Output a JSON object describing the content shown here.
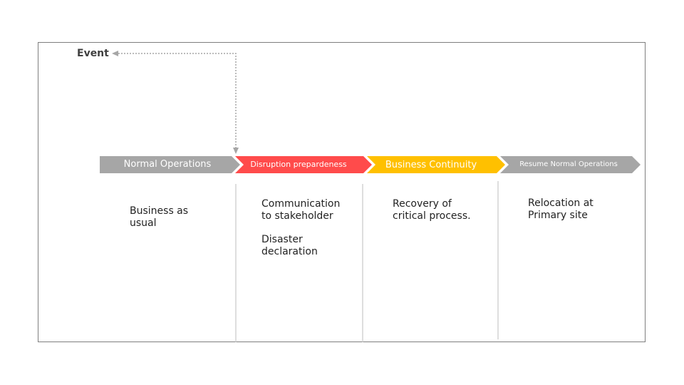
{
  "event": {
    "label": "Event"
  },
  "colors": {
    "phase_gray": "#a6a6a6",
    "phase_red": "#ff4b4b",
    "phase_yellow": "#ffc000",
    "divider": "#bfbfbf",
    "connector": "#a6a6a6"
  },
  "phases": [
    {
      "label": "Normal Operations",
      "color": "#a6a6a6"
    },
    {
      "label": "Disruption prepardeness",
      "color": "#ff4b4b"
    },
    {
      "label": "Business Continuity",
      "color": "#ffc000"
    },
    {
      "label": "Resume Normal Operations",
      "color": "#a6a6a6"
    }
  ],
  "notes": [
    {
      "items": [
        "Business as\nusual"
      ]
    },
    {
      "items": [
        "Communication\nto stakeholder",
        "Disaster\ndeclaration"
      ]
    },
    {
      "items": [
        "Recovery of\ncritical process."
      ]
    },
    {
      "items": [
        "Relocation at\nPrimary site"
      ]
    }
  ]
}
